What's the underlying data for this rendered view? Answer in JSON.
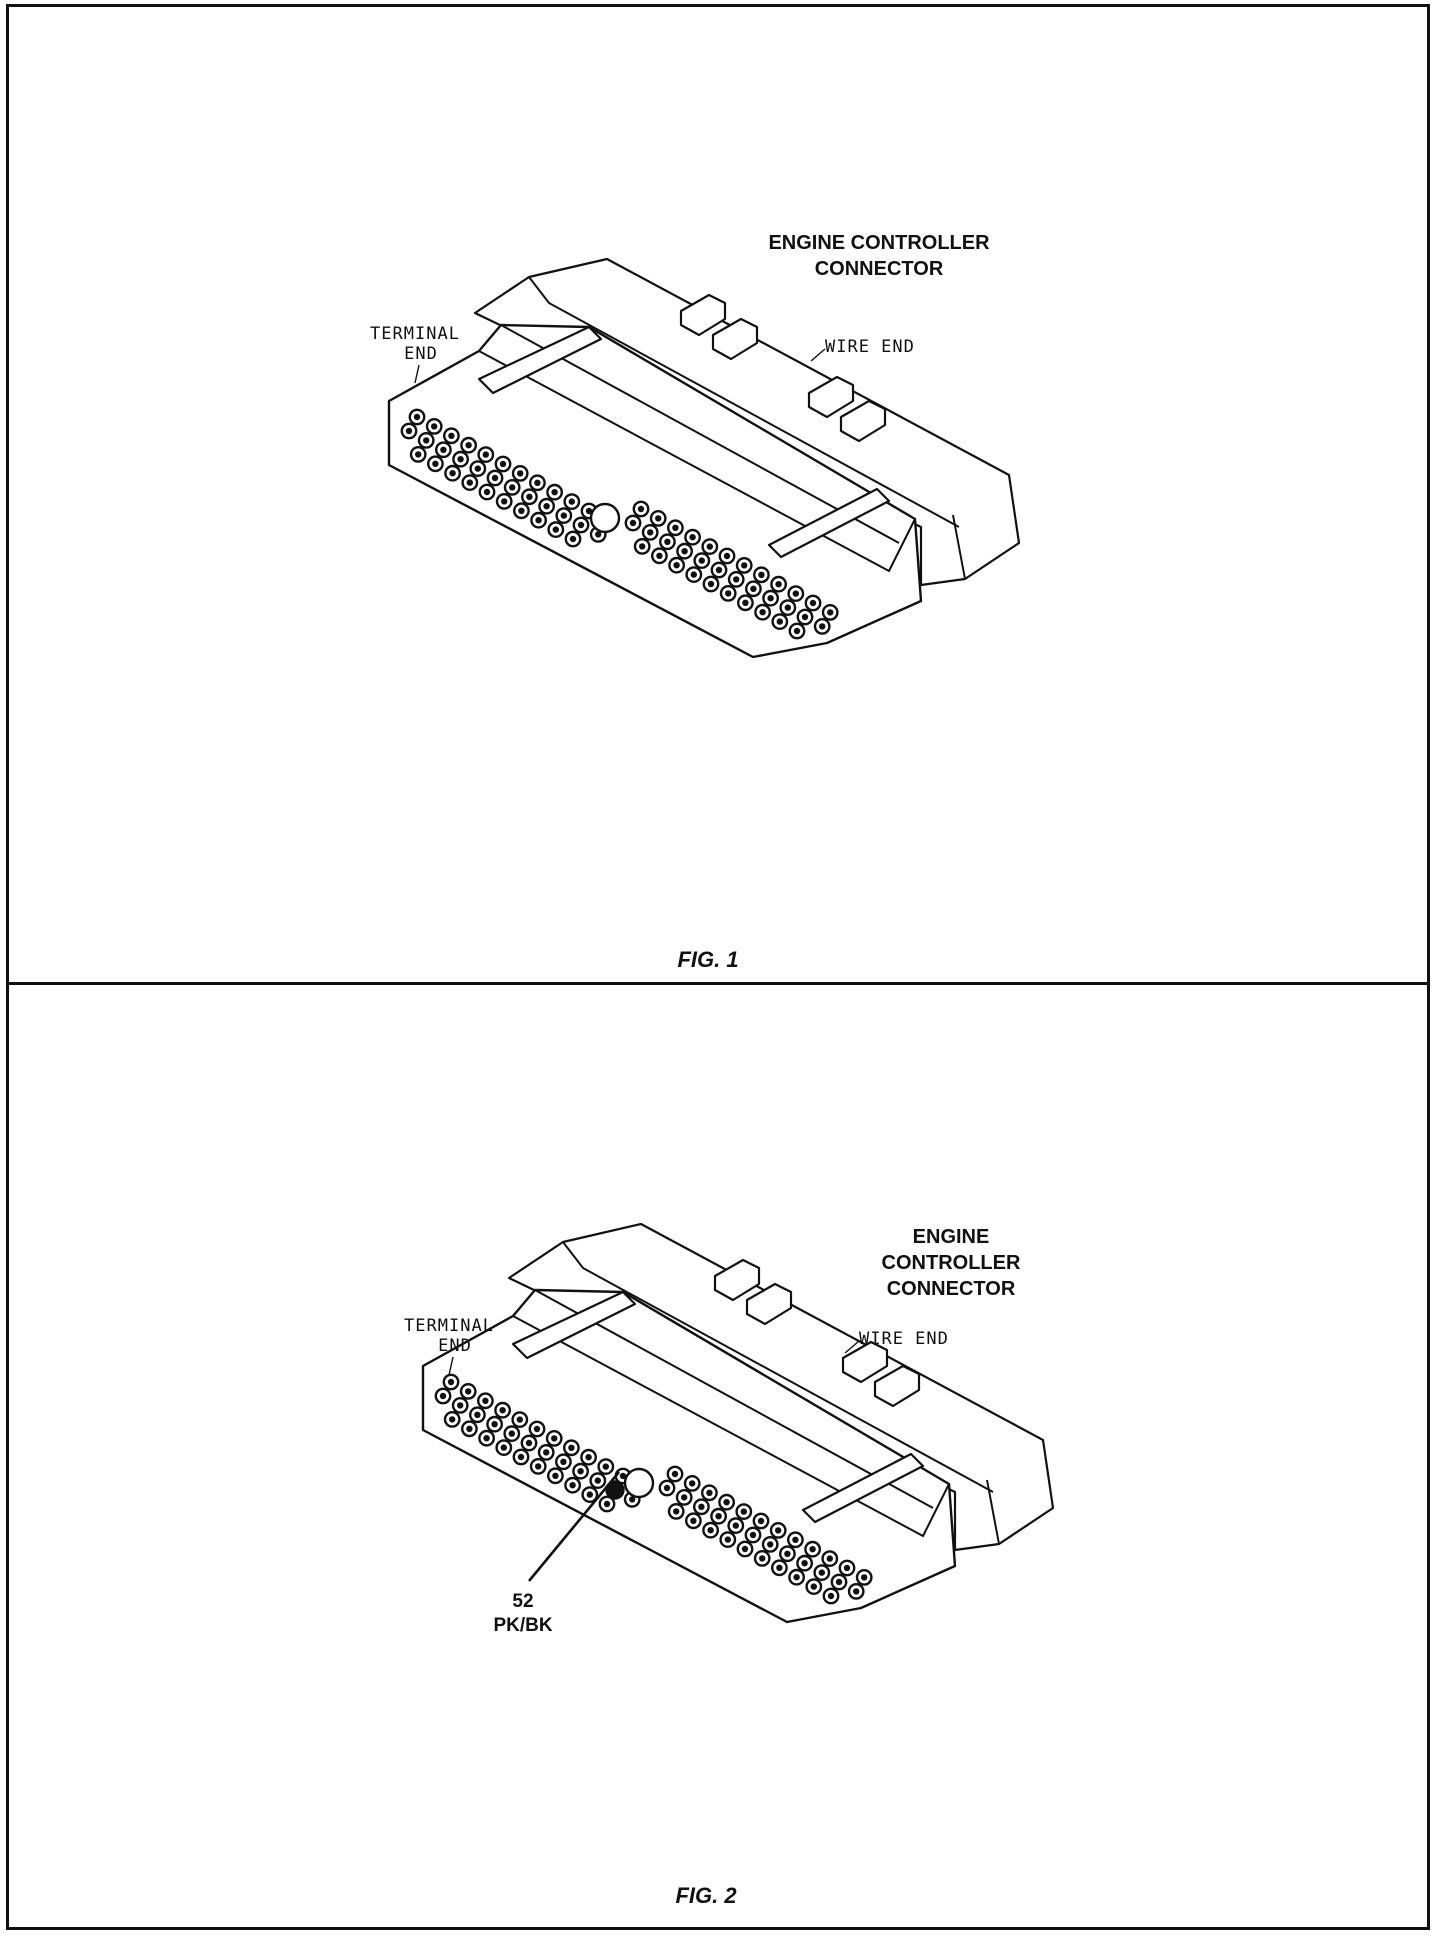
{
  "figures": [
    {
      "caption": "FIG. 1",
      "title_lines": [
        "ENGINE CONTROLLER",
        "CONNECTOR"
      ],
      "terminal_end_lines": [
        "TERMINAL",
        "END"
      ],
      "wire_end_label": "WIRE END"
    },
    {
      "caption": "FIG. 2",
      "title_lines": [
        "ENGINE",
        "CONTROLLER",
        "CONNECTOR"
      ],
      "terminal_end_lines": [
        "TERMINAL",
        "END"
      ],
      "wire_end_label": "WIRE END",
      "highlighted_pin": {
        "number": "52",
        "color": "PK/BK"
      }
    }
  ]
}
